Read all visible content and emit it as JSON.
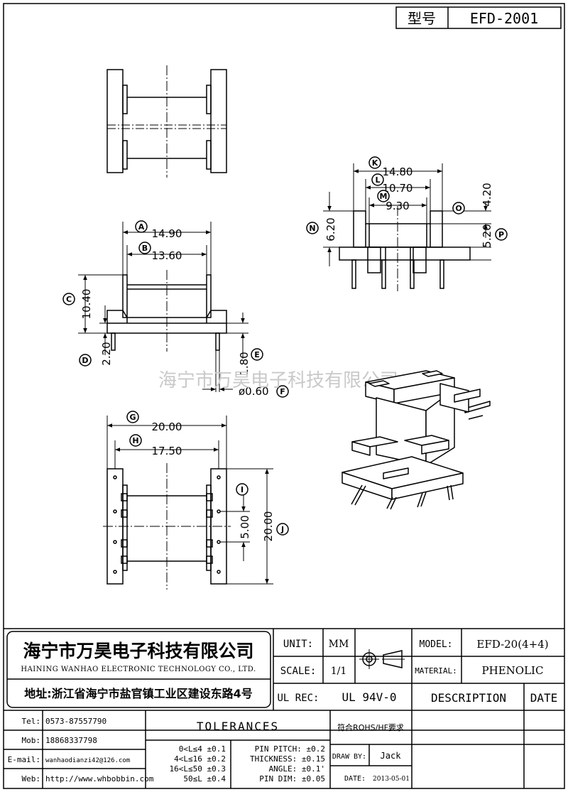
{
  "title_box": {
    "label": "型号",
    "model": "EFD-2001"
  },
  "watermark": "海宁市万昊电子科技有限公司",
  "dims": {
    "A": "14.90",
    "B": "13.60",
    "C": "10.40",
    "D": "2.20",
    "E": "1.80",
    "F": "ø0.60",
    "G": "20.00",
    "H": "17.50",
    "I": "5.00",
    "J": "20.00",
    "K": "14.80",
    "L": "10.70",
    "M": "9.30",
    "N": "6.20",
    "O": "4.20",
    "P": "5.20"
  },
  "dim_letters": [
    "A",
    "B",
    "C",
    "D",
    "E",
    "F",
    "G",
    "H",
    "I",
    "J",
    "K",
    "L",
    "M",
    "N",
    "O",
    "P"
  ],
  "company": {
    "name_cn": "海宁市万昊电子科技有限公司",
    "name_en": "HAINING WANHAO ELECTRONIC TECHNOLOGY CO., LTD.",
    "address": "地址:浙江省海宁市盐官镇工业区建设东路4号"
  },
  "spec": {
    "unit_label": "UNIT:",
    "unit_value": "MM",
    "scale_label": "SCALE:",
    "scale_value": "1/1",
    "ulrec_label": "UL REC:",
    "ulrec_value": "UL 94V-0",
    "model_label": "MODEL:",
    "model_value": "EFD-20(4+4)",
    "material_label": "MATERIAL:",
    "material_value": "PHENOLIC",
    "description_label": "DESCRIPTION",
    "date_label": "DATE"
  },
  "contacts": [
    {
      "label": "Tel:",
      "value": "0573-87557790"
    },
    {
      "label": "Mob:",
      "value": "18868337798"
    },
    {
      "label": "E-mail:",
      "value": "wanhaodianzi42@126.com"
    },
    {
      "label": "Web:",
      "value": "http://www.whbobbin.com"
    }
  ],
  "tolerances": {
    "title": "TOLERANCES",
    "length_rows": [
      "0<L≤4 ±0.1",
      "4<L≤16 ±0.2",
      "16<L≤50 ±0.3",
      "50≤L ±0.4"
    ],
    "other_rows": [
      "PIN PITCH: ±0.2",
      "THICKNESS: ±0.15",
      "ANGLE: ±0.1'",
      "PIN DIM: ±0.05"
    ]
  },
  "rohs": "符合ROHS/HF要求",
  "draw_by_label": "DRAW BY:",
  "draw_by_value": "Jack",
  "date_field_label": "DATE:",
  "date_field_value": "2013-05-01"
}
